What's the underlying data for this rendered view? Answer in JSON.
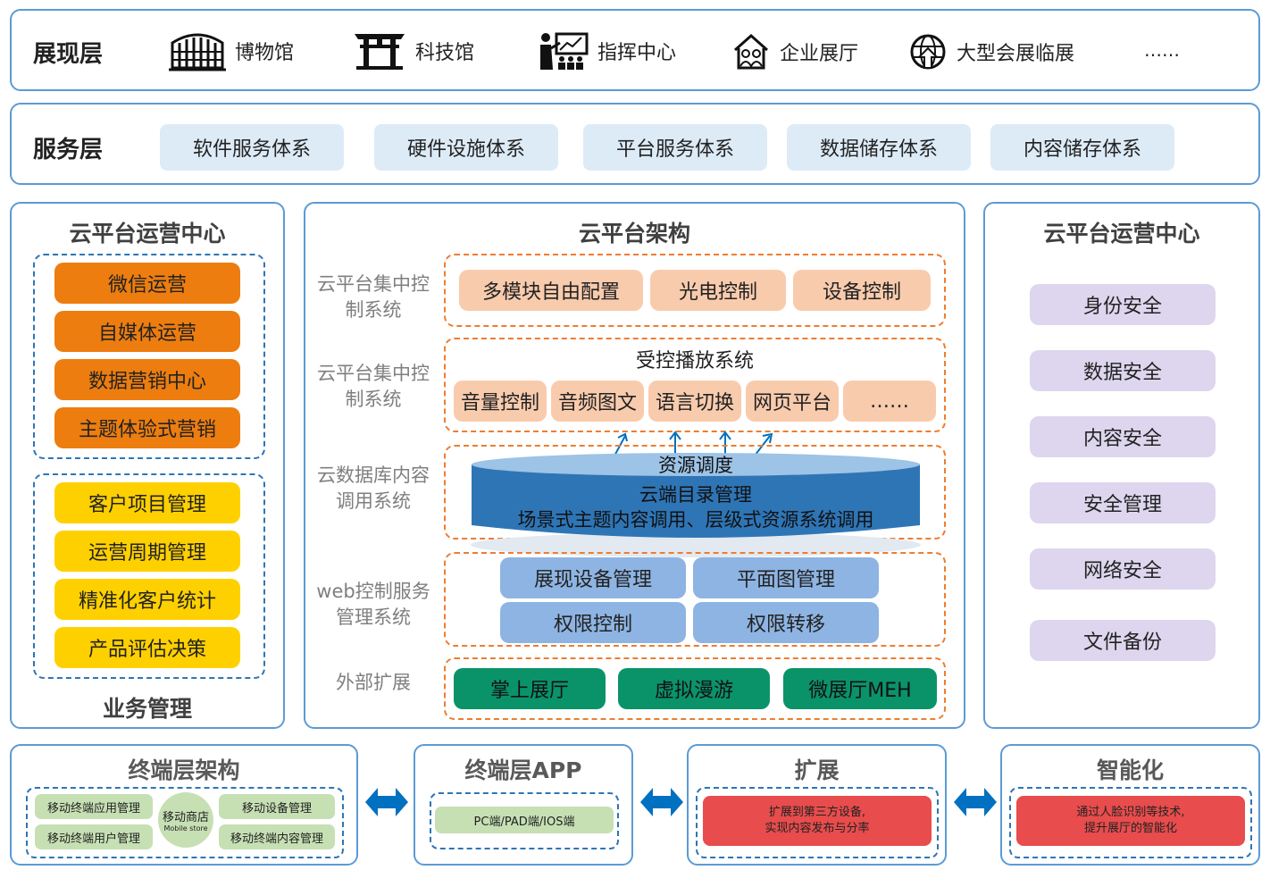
{
  "display_layer": {
    "title": "展现层",
    "items": [
      {
        "label": "博物馆",
        "icon": "colosseum-icon"
      },
      {
        "label": "科技馆",
        "icon": "torii-gate-icon"
      },
      {
        "label": "指挥中心",
        "icon": "presentation-icon"
      },
      {
        "label": "企业展厅",
        "icon": "house-people-icon"
      },
      {
        "label": "大型会展临展",
        "icon": "globe-arrow-icon"
      },
      {
        "label": "……"
      }
    ]
  },
  "service_layer": {
    "title": "服务层",
    "items": [
      "软件服务体系",
      "硬件设施体系",
      "平台服务体系",
      "数据储存体系",
      "内容储存体系"
    ]
  },
  "left_panel": {
    "title": "云平台运营中心",
    "operations": [
      "微信运营",
      "自媒体运营",
      "数据营销中心",
      "主题体验式营销"
    ],
    "management": [
      "客户项目管理",
      "运营周期管理",
      "精准化客户统计",
      "产品评估决策"
    ],
    "footer": "业务管理"
  },
  "center_panel": {
    "title": "云平台架构",
    "sys1": {
      "label": "云平台集中控制系统",
      "items": [
        "多模块自由配置",
        "光电控制",
        "设备控制"
      ]
    },
    "sys2": {
      "label": "云平台集中控制系统",
      "title": "受控播放系统",
      "items": [
        "音量控制",
        "音频图文",
        "语言切换",
        "网页平台",
        "……"
      ]
    },
    "sys3": {
      "label": "云数据库内容调用系统",
      "line1": "资源调度",
      "line2": "云端目录管理",
      "line3": "场景式主题内容调用、层级式资源系统调用"
    },
    "sys4": {
      "label": "web控制服务管理系统",
      "items": [
        "展现设备管理",
        "平面图管理",
        "权限控制",
        "权限转移"
      ]
    },
    "sys5": {
      "label": "外部扩展",
      "items": [
        "掌上展厅",
        "虚拟漫游",
        "微展厅MEH"
      ]
    }
  },
  "right_panel": {
    "title": "云平台运营中心",
    "items": [
      "身份安全",
      "数据安全",
      "内容安全",
      "安全管理",
      "网络安全",
      "文件备份"
    ]
  },
  "bottom": {
    "terminal_arch": {
      "title": "终端层架构",
      "items": [
        "移动终端应用管理",
        "移动终端用户管理",
        "移动设备管理",
        "移动终端内容管理"
      ],
      "store": "移动商店",
      "store_en": "Mobile store"
    },
    "terminal_app": {
      "title": "终端层APP",
      "item": "PC端/PAD端/IOS端"
    },
    "extension": {
      "title": "扩展",
      "text1": "扩展到第三方设备,",
      "text2": "实现内容发布与分率"
    },
    "intelligence": {
      "title": "智能化",
      "text1": "通过人脸识别等技术,",
      "text2": "提升展厅的智能化"
    }
  },
  "colors": {
    "border_blue": "#5b9bd5",
    "orange": "#ed7d0f",
    "yellow": "#ffd000",
    "peach": "#f8cbad",
    "light_blue": "#8db4e2",
    "green": "#0a9369",
    "lavender": "#ddd6ee",
    "red": "#e84c4c",
    "arrow_blue": "#0070c0"
  }
}
